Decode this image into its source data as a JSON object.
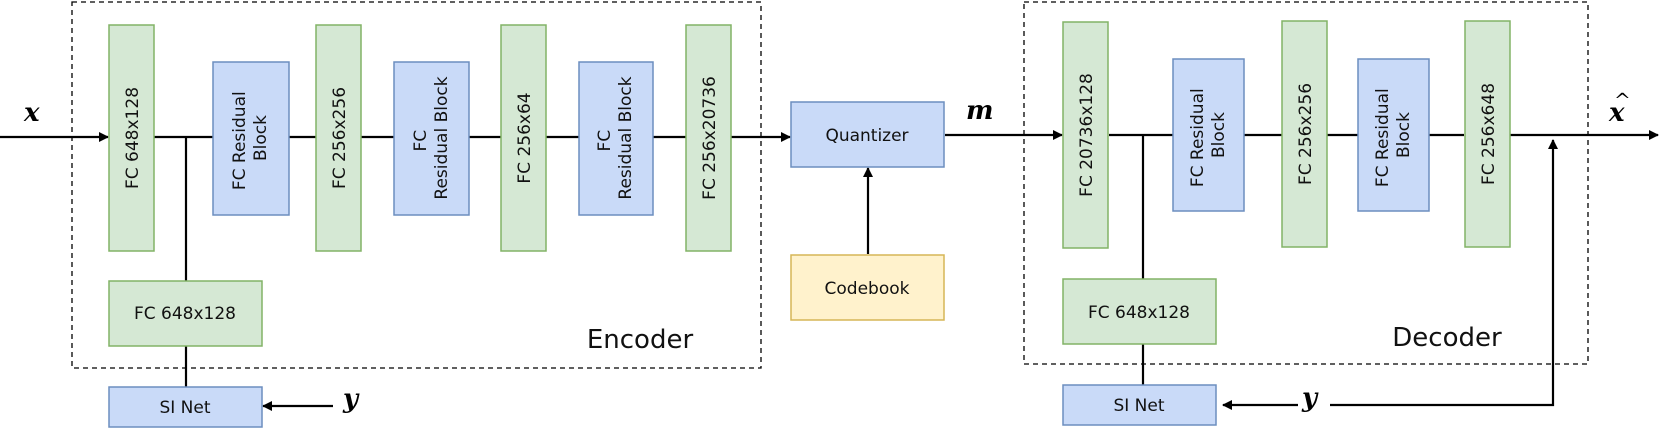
{
  "blocks": {
    "enc_fc1": "FC 648x128",
    "enc_res1": [
      "FC Residual",
      "Block"
    ],
    "enc_fc2": "FC 256x256",
    "enc_res2": [
      "FC",
      "Residual Block"
    ],
    "enc_fc3": "FC 256x64",
    "enc_res3": [
      "FC",
      "Residual Block"
    ],
    "enc_fc4": "FC 256x20736",
    "enc_si_fc": "FC 648x128",
    "enc_si_net": "SI Net",
    "quantizer": "Quantizer",
    "codebook": "Codebook",
    "dec_fc1": "FC 20736x128",
    "dec_res1": [
      "FC Residual",
      "Block"
    ],
    "dec_fc2": "FC 256x256",
    "dec_res2": [
      "FC Residual",
      "Block"
    ],
    "dec_fc3": "FC 256x648",
    "dec_si_fc": "FC 648x128",
    "dec_si_net": "SI Net"
  },
  "groups": {
    "encoder": "Encoder",
    "decoder": "Decoder"
  },
  "symbols": {
    "input": "x",
    "message": "m",
    "side_info_enc": "y",
    "side_info_dec": "y",
    "output": "x",
    "output_hat": "^"
  }
}
